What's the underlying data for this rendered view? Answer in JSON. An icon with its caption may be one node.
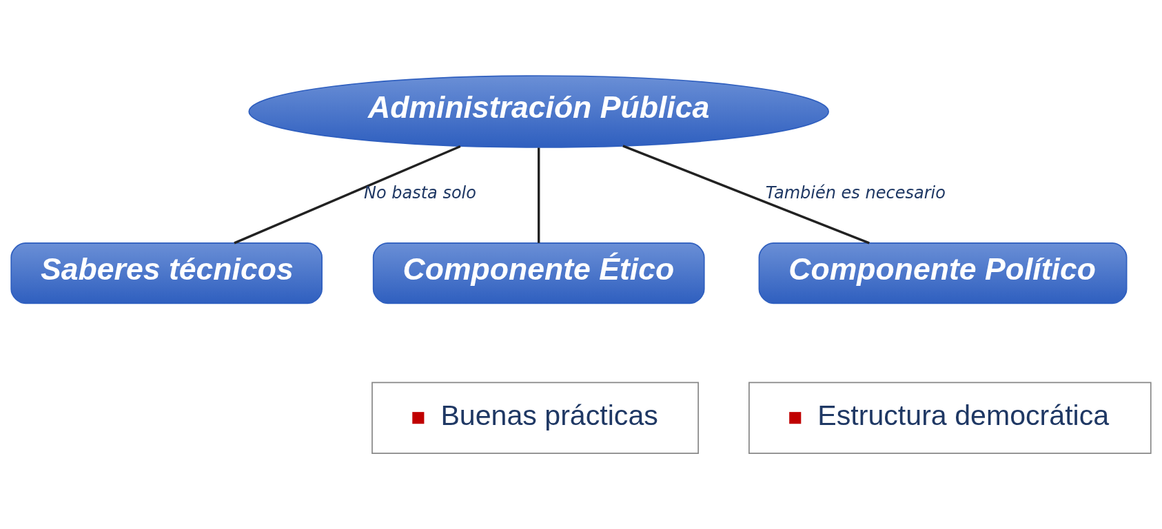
{
  "diagram": {
    "nodes": [
      {
        "text": [
          "Administración Pública"
        ]
      },
      {
        "text": [
          "Saberes técnicos"
        ]
      },
      {
        "text": [
          "Componente Ético"
        ]
      },
      {
        "text": [
          "Componente Político"
        ]
      },
      {
        "text": [
          "Buenas prácticas"
        ]
      },
      {
        "text": [
          "Estructura democrática"
        ]
      }
    ],
    "edges": [
      {
        "from": 0,
        "to": 1,
        "arrow": "none",
        "label": "No basta solo"
      },
      {
        "from": 0,
        "to": 2,
        "arrow": "none"
      },
      {
        "from": 0,
        "to": 3,
        "arrow": "none",
        "label": "También es necesario"
      }
    ]
  }
}
